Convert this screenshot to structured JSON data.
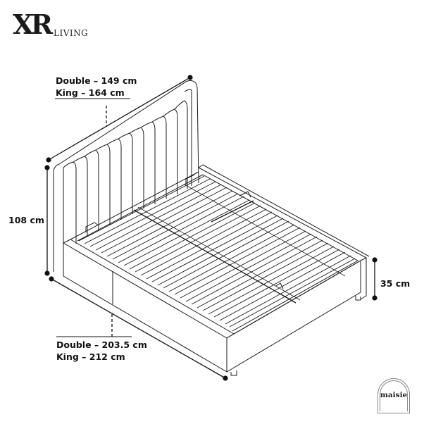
{
  "brand": {
    "logo_mark": "XR",
    "logo_sub": "LIVING"
  },
  "dimensions": {
    "width": {
      "line1": "Double – 149 cm",
      "line2": "King – 164 cm"
    },
    "headboard_height": "108 cm",
    "base_height": "35 cm",
    "length": {
      "line1": "Double – 203.5 cm",
      "line2": "King – 212 cm"
    }
  },
  "badge": {
    "text": "maisie"
  },
  "colors": {
    "line": "#1a1a1a",
    "background": "#ffffff"
  }
}
